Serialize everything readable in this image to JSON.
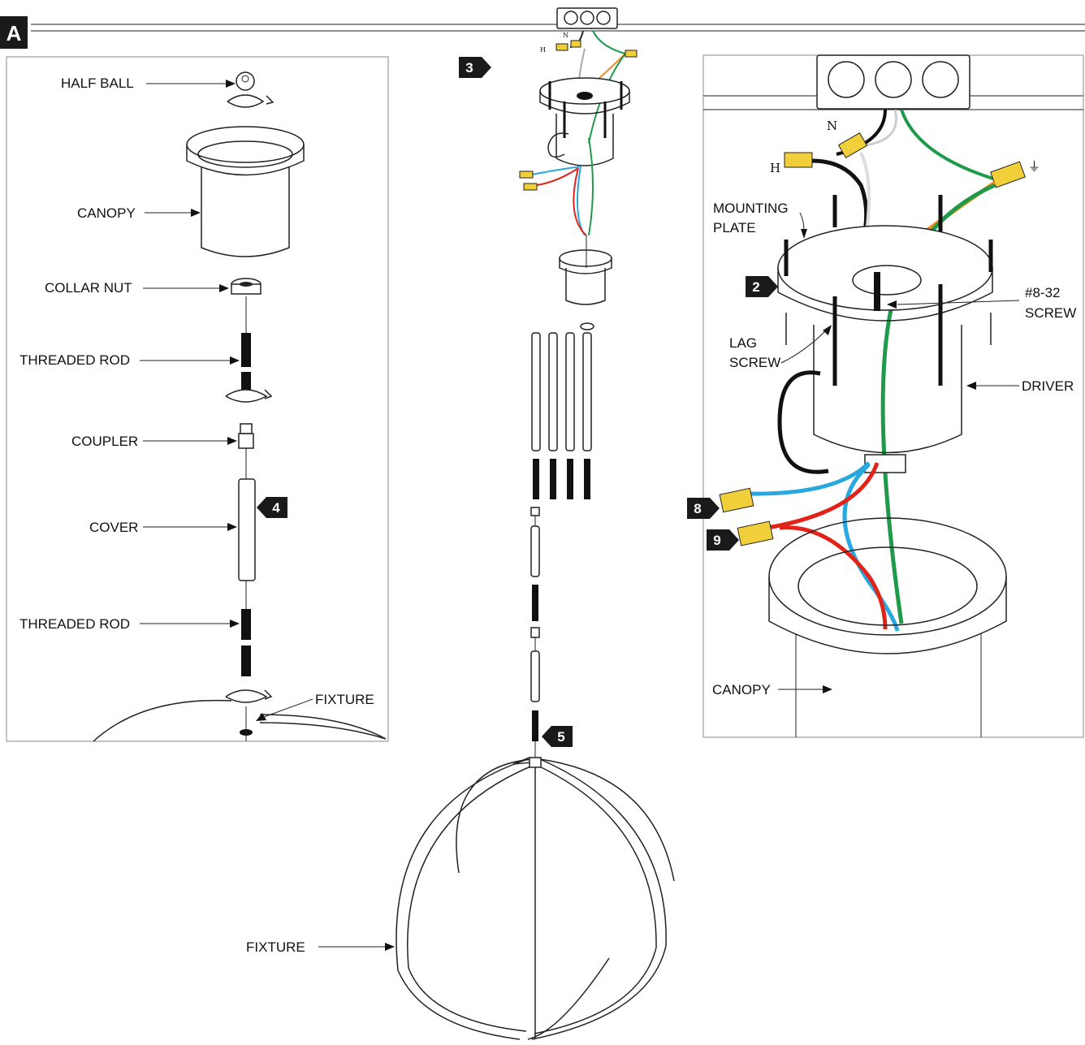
{
  "section_letter": "A",
  "left_panel": {
    "labels": {
      "half_ball": "HALF BALL",
      "canopy": "CANOPY",
      "collar_nut": "COLLAR NUT",
      "threaded_rod_1": "THREADED ROD",
      "coupler": "COUPLER",
      "cover": "COVER",
      "threaded_rod_2": "THREADED ROD",
      "fixture": "FIXTURE"
    },
    "step_cover": "4"
  },
  "center": {
    "step_wiring": "3",
    "step_rod": "5",
    "fixture_label": "FIXTURE",
    "wire_letters": {
      "h": "H",
      "n": "N"
    }
  },
  "right_panel": {
    "labels": {
      "mounting_plate_1": "MOUNTING",
      "mounting_plate_2": "PLATE",
      "screw_1": "#8-32",
      "screw_2": "SCREW",
      "lag_1": "LAG",
      "lag_2": "SCREW",
      "driver": "DRIVER",
      "canopy": "CANOPY",
      "h": "H",
      "n": "N",
      "ground": "⏚"
    },
    "steps": {
      "mount": "2",
      "blue_connect": "8",
      "red_connect": "9"
    },
    "wire_colors": {
      "blue": "#29a8e0",
      "red": "#e2231a",
      "green": "#1e9a4a",
      "orange": "#f28a1e",
      "black": "#111111",
      "connector": "#f1cf3a"
    }
  }
}
